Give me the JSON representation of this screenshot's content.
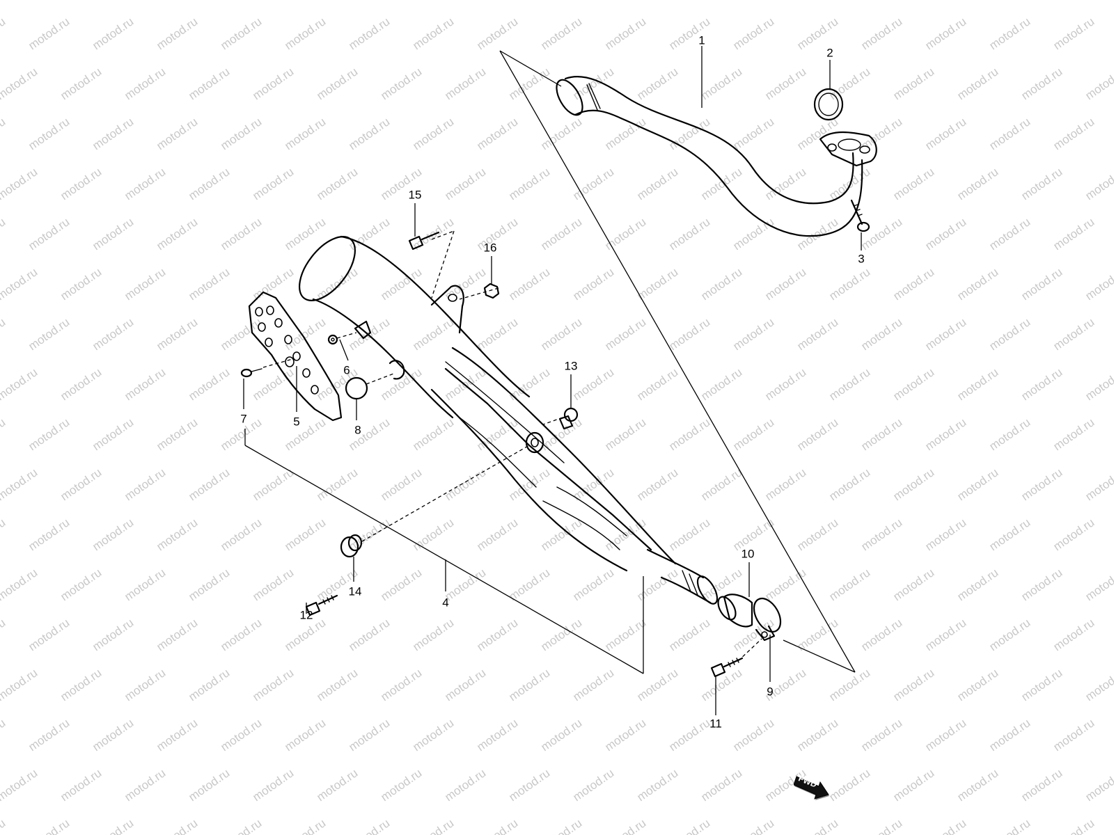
{
  "watermark": {
    "text": "motod.ru",
    "color": "#c8c8c8"
  },
  "callouts": [
    {
      "id": "1",
      "label": "1"
    },
    {
      "id": "2",
      "label": "2"
    },
    {
      "id": "3",
      "label": "3"
    },
    {
      "id": "4",
      "label": "4"
    },
    {
      "id": "5",
      "label": "5"
    },
    {
      "id": "6",
      "label": "6"
    },
    {
      "id": "7",
      "label": "7"
    },
    {
      "id": "8",
      "label": "8"
    },
    {
      "id": "9",
      "label": "9"
    },
    {
      "id": "10",
      "label": "10"
    },
    {
      "id": "11",
      "label": "11"
    },
    {
      "id": "12",
      "label": "12"
    },
    {
      "id": "13",
      "label": "13"
    },
    {
      "id": "14",
      "label": "14"
    },
    {
      "id": "15",
      "label": "15"
    },
    {
      "id": "16",
      "label": "16"
    }
  ],
  "direction_badge": {
    "label": "FWD",
    "icon": "forward-arrow-icon"
  }
}
